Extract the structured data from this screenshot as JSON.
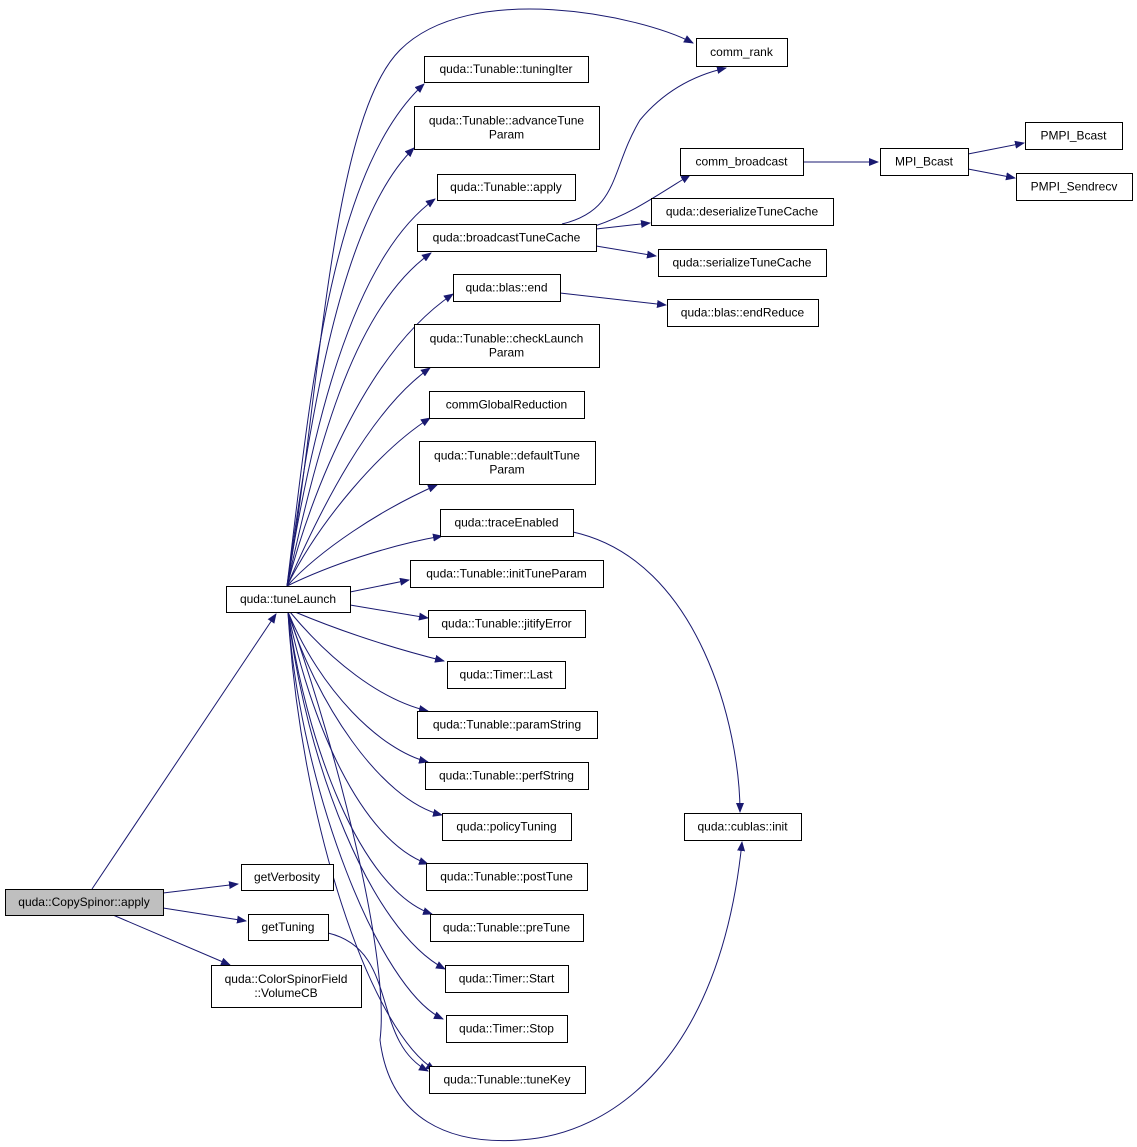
{
  "graph": {
    "edge_color": "#191970",
    "root_fill": "#bfbfbf",
    "nodes": [
      {
        "id": "copyspinor_apply",
        "lines": [
          "quda::CopySpinor::apply"
        ],
        "root": true
      },
      {
        "id": "tunelaunch",
        "lines": [
          "quda::tuneLaunch"
        ]
      },
      {
        "id": "getverbosity",
        "lines": [
          "getVerbosity"
        ]
      },
      {
        "id": "gettuning",
        "lines": [
          "getTuning"
        ]
      },
      {
        "id": "volumecb",
        "lines": [
          "quda::ColorSpinorField",
          "::VolumeCB"
        ]
      },
      {
        "id": "comm_rank",
        "lines": [
          "comm_rank"
        ]
      },
      {
        "id": "tuningiter",
        "lines": [
          "quda::Tunable::tuningIter"
        ]
      },
      {
        "id": "advancetuneparam",
        "lines": [
          "quda::Tunable::advanceTune",
          "Param"
        ]
      },
      {
        "id": "tunable_apply",
        "lines": [
          "quda::Tunable::apply"
        ]
      },
      {
        "id": "broadcasttunecache",
        "lines": [
          "quda::broadcastTuneCache"
        ]
      },
      {
        "id": "blas_end",
        "lines": [
          "quda::blas::end"
        ]
      },
      {
        "id": "checklaunchparam",
        "lines": [
          "quda::Tunable::checkLaunch",
          "Param"
        ]
      },
      {
        "id": "commglobalreduction",
        "lines": [
          "commGlobalReduction"
        ]
      },
      {
        "id": "defaulttuneparam",
        "lines": [
          "quda::Tunable::defaultTune",
          "Param"
        ]
      },
      {
        "id": "traceenabled",
        "lines": [
          "quda::traceEnabled"
        ]
      },
      {
        "id": "inittuneparam",
        "lines": [
          "quda::Tunable::initTuneParam"
        ]
      },
      {
        "id": "jitifyerror",
        "lines": [
          "quda::Tunable::jitifyError"
        ]
      },
      {
        "id": "timer_last",
        "lines": [
          "quda::Timer::Last"
        ]
      },
      {
        "id": "paramstring",
        "lines": [
          "quda::Tunable::paramString"
        ]
      },
      {
        "id": "perfstring",
        "lines": [
          "quda::Tunable::perfString"
        ]
      },
      {
        "id": "policytuning",
        "lines": [
          "quda::policyTuning"
        ]
      },
      {
        "id": "posttune",
        "lines": [
          "quda::Tunable::postTune"
        ]
      },
      {
        "id": "pretune",
        "lines": [
          "quda::Tunable::preTune"
        ]
      },
      {
        "id": "timer_start",
        "lines": [
          "quda::Timer::Start"
        ]
      },
      {
        "id": "timer_stop",
        "lines": [
          "quda::Timer::Stop"
        ]
      },
      {
        "id": "tunekey",
        "lines": [
          "quda::Tunable::tuneKey"
        ]
      },
      {
        "id": "comm_broadcast",
        "lines": [
          "comm_broadcast"
        ]
      },
      {
        "id": "deserializetunecache",
        "lines": [
          "quda::deserializeTuneCache"
        ]
      },
      {
        "id": "serializetunecache",
        "lines": [
          "quda::serializeTuneCache"
        ]
      },
      {
        "id": "endreduce",
        "lines": [
          "quda::blas::endReduce"
        ]
      },
      {
        "id": "mpi_bcast",
        "lines": [
          "MPI_Bcast"
        ]
      },
      {
        "id": "pmpi_bcast",
        "lines": [
          "PMPI_Bcast"
        ]
      },
      {
        "id": "pmpi_sendrecv",
        "lines": [
          "PMPI_Sendrecv"
        ]
      },
      {
        "id": "cublas_init",
        "lines": [
          "quda::cublas::init"
        ]
      }
    ],
    "edges": [
      {
        "from": "copyspinor_apply",
        "to": "tunelaunch"
      },
      {
        "from": "copyspinor_apply",
        "to": "getverbosity"
      },
      {
        "from": "copyspinor_apply",
        "to": "gettuning"
      },
      {
        "from": "copyspinor_apply",
        "to": "volumecb"
      },
      {
        "from": "tunelaunch",
        "to": "comm_rank"
      },
      {
        "from": "tunelaunch",
        "to": "tuningiter"
      },
      {
        "from": "tunelaunch",
        "to": "advancetuneparam"
      },
      {
        "from": "tunelaunch",
        "to": "tunable_apply"
      },
      {
        "from": "tunelaunch",
        "to": "broadcasttunecache"
      },
      {
        "from": "tunelaunch",
        "to": "blas_end"
      },
      {
        "from": "tunelaunch",
        "to": "checklaunchparam"
      },
      {
        "from": "tunelaunch",
        "to": "commglobalreduction"
      },
      {
        "from": "tunelaunch",
        "to": "defaulttuneparam"
      },
      {
        "from": "tunelaunch",
        "to": "traceenabled"
      },
      {
        "from": "tunelaunch",
        "to": "inittuneparam"
      },
      {
        "from": "tunelaunch",
        "to": "jitifyerror"
      },
      {
        "from": "tunelaunch",
        "to": "timer_last"
      },
      {
        "from": "tunelaunch",
        "to": "paramstring"
      },
      {
        "from": "tunelaunch",
        "to": "perfstring"
      },
      {
        "from": "tunelaunch",
        "to": "policytuning"
      },
      {
        "from": "tunelaunch",
        "to": "posttune"
      },
      {
        "from": "tunelaunch",
        "to": "pretune"
      },
      {
        "from": "tunelaunch",
        "to": "timer_start"
      },
      {
        "from": "tunelaunch",
        "to": "timer_stop"
      },
      {
        "from": "tunelaunch",
        "to": "tunekey"
      },
      {
        "from": "tunelaunch",
        "to": "cublas_init"
      },
      {
        "from": "gettuning",
        "to": "tunekey"
      },
      {
        "from": "broadcasttunecache",
        "to": "comm_rank"
      },
      {
        "from": "broadcasttunecache",
        "to": "comm_broadcast"
      },
      {
        "from": "broadcasttunecache",
        "to": "deserializetunecache"
      },
      {
        "from": "broadcasttunecache",
        "to": "serializetunecache"
      },
      {
        "from": "blas_end",
        "to": "endreduce"
      },
      {
        "from": "comm_broadcast",
        "to": "mpi_bcast"
      },
      {
        "from": "mpi_bcast",
        "to": "pmpi_bcast"
      },
      {
        "from": "mpi_bcast",
        "to": "pmpi_sendrecv"
      },
      {
        "from": "traceenabled",
        "to": "cublas_init"
      }
    ]
  }
}
